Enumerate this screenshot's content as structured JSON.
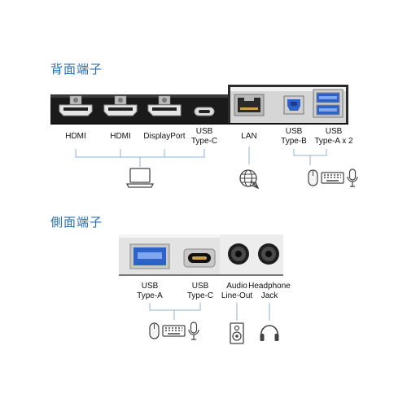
{
  "rear": {
    "title": "背面端子",
    "ports": [
      {
        "line1": "HDMI",
        "line2": ""
      },
      {
        "line1": "HDMI",
        "line2": ""
      },
      {
        "line1": "DisplayPort",
        "line2": ""
      },
      {
        "line1": "USB",
        "line2": "Type-C"
      },
      {
        "line1": "LAN",
        "line2": ""
      },
      {
        "line1": "USB",
        "line2": "Type-B"
      },
      {
        "line1": "USB",
        "line2": "Type-A x 2"
      }
    ],
    "devices": [
      "laptop-icon",
      "globe-network-icon",
      "mouse-icon",
      "keyboard-icon",
      "microphone-icon"
    ]
  },
  "side": {
    "title": "側面端子",
    "ports": [
      {
        "line1": "USB",
        "line2": "Type-A"
      },
      {
        "line1": "USB",
        "line2": "Type-C"
      },
      {
        "line1": "Audio",
        "line2": "Line-Out"
      },
      {
        "line1": "Headphone",
        "line2": "Jack"
      }
    ],
    "devices": [
      "mouse-icon",
      "keyboard-icon",
      "microphone-icon",
      "speaker-icon",
      "headphone-icon"
    ]
  },
  "colors": {
    "heading": "#2a6fb0",
    "connector_line": "#8fb3d6",
    "panel_dark": "#1c1c1c",
    "usb_blue": "#2d62c8"
  }
}
